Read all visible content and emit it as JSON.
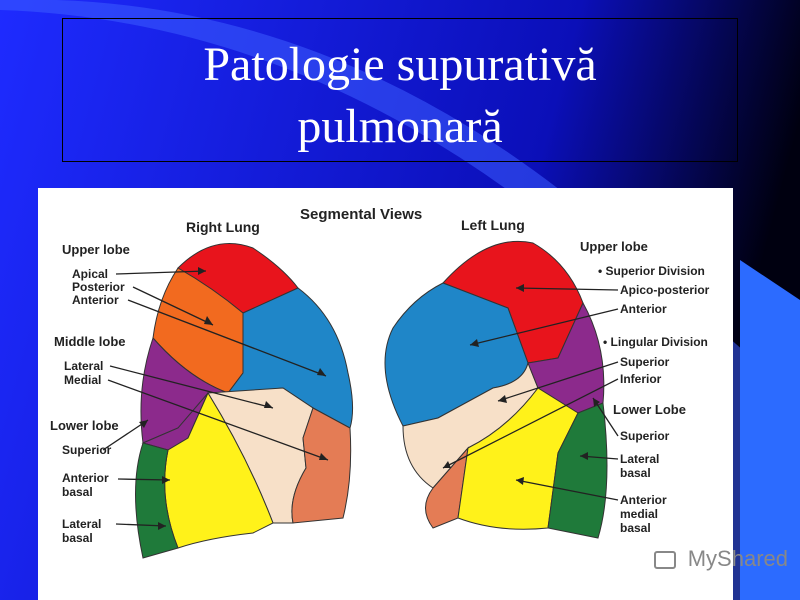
{
  "slide": {
    "title_line1": "Patologie supurativă",
    "title_line2": "pulmonară"
  },
  "diagram": {
    "heading": "Segmental Views",
    "right_lung": {
      "title": "Right Lung",
      "labels": {
        "upper_lobe": "Upper lobe",
        "apical": "Apical",
        "posterior": "Posterior",
        "anterior": "Anterior",
        "middle_lobe": "Middle lobe",
        "lateral": "Lateral",
        "medial": "Medial",
        "lower_lobe": "Lower lobe",
        "superior": "Superior",
        "anterior_basal_1": "Anterior",
        "anterior_basal_2": "basal",
        "lateral_basal_1": "Lateral",
        "lateral_basal_2": "basal"
      }
    },
    "left_lung": {
      "title": "Left Lung",
      "labels": {
        "upper_lobe": "Upper lobe",
        "superior_division": "• Superior Division",
        "apico_posterior": "Apico-posterior",
        "anterior": "Anterior",
        "lingular_division": "• Lingular Division",
        "superior": "Superior",
        "inferior": "Inferior",
        "lower_lobe": "Lower Lobe",
        "lower_superior": "Superior",
        "lateral_basal_1": "Lateral",
        "lateral_basal_2": "basal",
        "anterior_medial_basal_1": "Anterior",
        "anterior_medial_basal_2": "medial",
        "anterior_medial_basal_3": "basal"
      }
    },
    "colors": {
      "red": "#e8141c",
      "orange": "#f26a1f",
      "blue": "#1f86c8",
      "purple": "#8c2a8c",
      "peach": "#f7e0c8",
      "salmon": "#e47c55",
      "yellow": "#fff21a",
      "green": "#1f7a3a"
    }
  },
  "watermark": {
    "brand": "MyShared"
  }
}
